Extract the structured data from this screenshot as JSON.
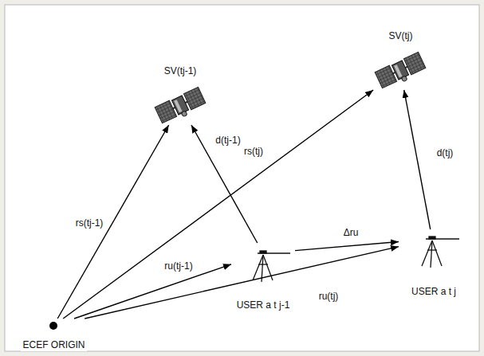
{
  "diagram": {
    "nodes": [
      {
        "text": [
          "ECEF ORIGIN"
        ]
      },
      {
        "text": [
          "SV(tj-1)"
        ]
      },
      {
        "text": [
          "SV(tj)"
        ]
      },
      {
        "text": [
          "USER a t j-1"
        ]
      },
      {
        "text": [
          "USER a t j"
        ]
      }
    ],
    "edges": [
      {
        "from": 0,
        "to": 1,
        "arrow": "to",
        "label": "rs(tj-1)"
      },
      {
        "from": 3,
        "to": 1,
        "arrow": "to",
        "label": "d(tj-1)"
      },
      {
        "from": 0,
        "to": 2,
        "arrow": "to",
        "label": "rs(tj)"
      },
      {
        "from": 4,
        "to": 2,
        "arrow": "to",
        "label": "d(tj)"
      },
      {
        "from": 0,
        "to": 3,
        "arrow": "to",
        "label": "ru(tj-1)"
      },
      {
        "from": 0,
        "to": 4,
        "arrow": "to",
        "label": "ru(tj)"
      },
      {
        "from": 3,
        "to": 4,
        "arrow": "to",
        "label": "Δru"
      }
    ]
  }
}
